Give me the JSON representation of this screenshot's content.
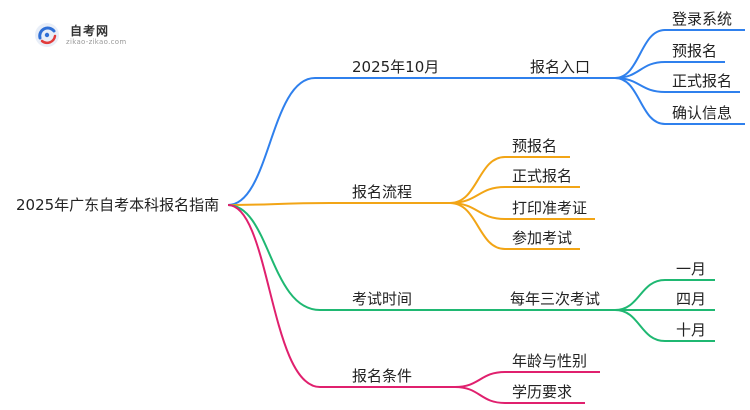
{
  "logo": {
    "title": "自考网",
    "subtitle": "zikao-zikao.com"
  },
  "root": "2025年广东自考本科报名指南",
  "branches": [
    {
      "label": "2025年10月",
      "color": "#2f80ed",
      "sub": {
        "label": "报名入口",
        "leaves": [
          "登录系统",
          "预报名",
          "正式报名",
          "确认信息"
        ]
      }
    },
    {
      "label": "报名流程",
      "color": "#f2a516",
      "leaves": [
        "预报名",
        "正式报名",
        "打印准考证",
        "参加考试"
      ]
    },
    {
      "label": "考试时间",
      "color": "#1fb872",
      "sub": {
        "label": "每年三次考试",
        "leaves": [
          "一月",
          "四月",
          "十月"
        ]
      }
    },
    {
      "label": "报名条件",
      "color": "#e0206e",
      "leaves": [
        "年龄与性别",
        "学历要求"
      ]
    }
  ]
}
